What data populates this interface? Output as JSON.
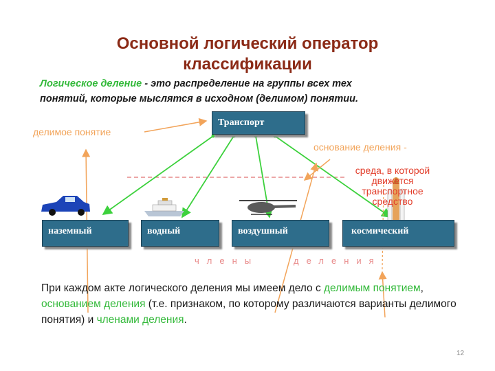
{
  "title": {
    "line1": "Основной логический оператор",
    "line2": "классификации"
  },
  "definition": {
    "term": "Логическое деление",
    "text_line1": " - это распределение на группы всех тех",
    "text_line2": "понятий, которые мыслятся в исходном (делимом) понятии."
  },
  "diagram": {
    "root": "Транспорт",
    "children": [
      "наземный",
      "водный",
      "воздушный",
      "космический"
    ],
    "label_divisible": "делимое понятие",
    "label_basis": "основание деления -",
    "basis_text": [
      "среда, в которой",
      "движется",
      "транспортное",
      "средство"
    ],
    "members_left": "члены",
    "members_right": "деления"
  },
  "bottom_text": {
    "p1": "При каждом акте логического деления мы имеем дело с ",
    "g1": "делимым понятием",
    "p2": ", ",
    "g2": "основанием деления",
    "p3": " (т.е. признаком, по которому различаются варианты делимого понятия) и ",
    "g3": "членами деления",
    "p4": "."
  },
  "page_number": "12",
  "colors": {
    "title": "#8b2a16",
    "green": "#33b93a",
    "orange": "#f2a45a",
    "red": "#e23d2a",
    "box": "#2e6d8b",
    "members": "#e98c8c"
  }
}
